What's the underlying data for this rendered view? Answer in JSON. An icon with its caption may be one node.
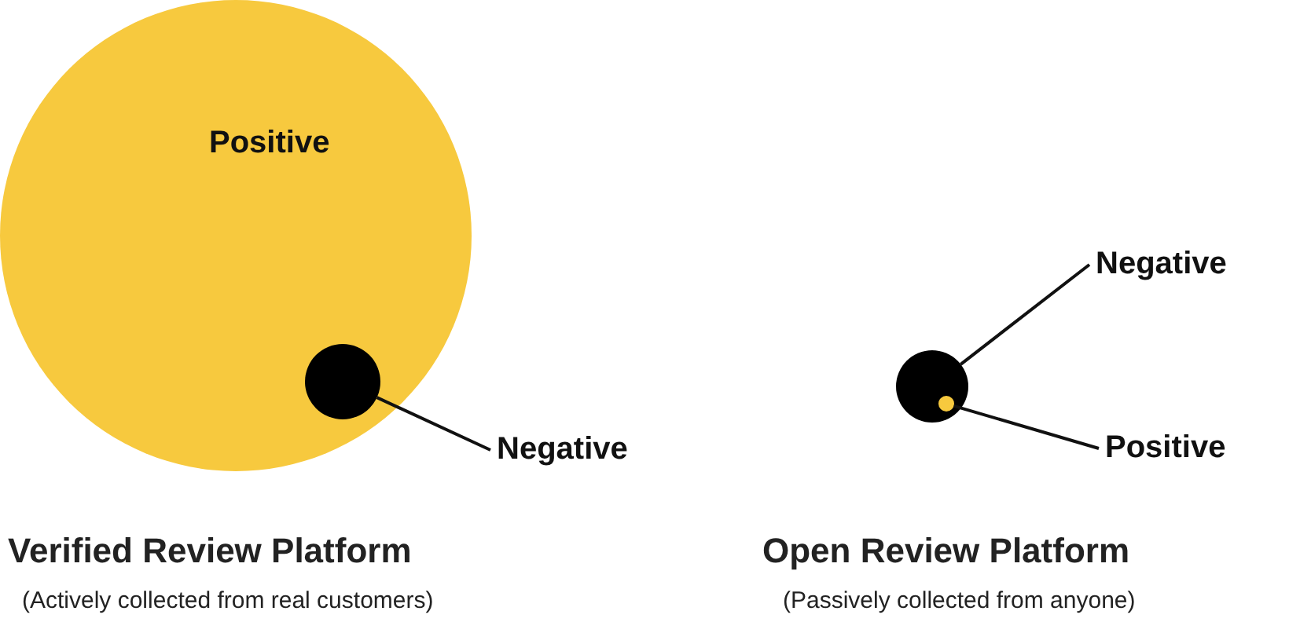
{
  "diagram": {
    "nodes": [
      {
        "text": [
          "Positive"
        ]
      },
      {
        "text": [],
        "shape": "circle",
        "in": 0
      },
      {
        "text": [
          "Negative"
        ]
      },
      {
        "text": [],
        "shape": "circle"
      },
      {
        "text": [],
        "shape": "circle",
        "in": 3
      },
      {
        "text": [
          "Negative"
        ]
      },
      {
        "text": [
          "Positive"
        ]
      }
    ],
    "edges": [
      {
        "from": 2,
        "to": 1,
        "arrow": "none"
      },
      {
        "from": 5,
        "to": 3,
        "arrow": "none"
      },
      {
        "from": 6,
        "to": 4,
        "arrow": "none"
      }
    ],
    "labels": [
      "Verified Review Platform",
      "Open Review Platform",
      "(Actively collected from real customers)",
      "(Passively collected from anyone)"
    ]
  }
}
